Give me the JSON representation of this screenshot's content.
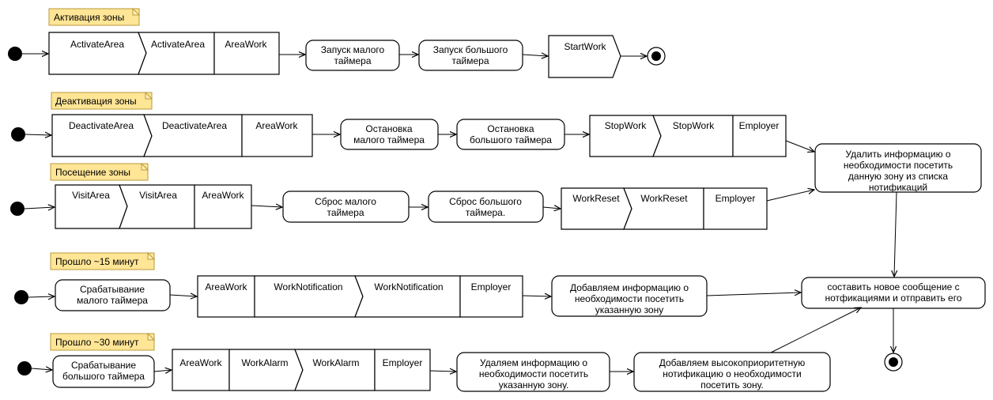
{
  "notes": [
    "Активация зоны",
    "Деактивация зоны",
    "Посещение зоны",
    "Прошло ~15 минут",
    "Прошло ~30 минут"
  ],
  "rows": [
    {
      "signals": [
        [
          "ActivateArea",
          "ActivateArea",
          "AreaWork"
        ]
      ],
      "actions": [
        [
          "Запуск малого",
          "таймера"
        ],
        [
          "Запуск большого",
          "таймера"
        ]
      ],
      "end_signal": "StartWork"
    },
    {
      "signals": [
        [
          "DeactivateArea",
          "DeactivateArea",
          "AreaWork"
        ],
        [
          "StopWork",
          "StopWork",
          "Employer"
        ]
      ],
      "actions": [
        [
          "Остановка",
          "малого таймера"
        ],
        [
          "Остановка",
          "большого таймера"
        ]
      ]
    },
    {
      "signals": [
        [
          "VisitArea",
          "VisitArea",
          "AreaWork"
        ],
        [
          "WorkReset",
          "WorkReset",
          "Employer"
        ]
      ],
      "actions": [
        [
          "Сброс малого",
          "таймера"
        ],
        [
          "Сброс большого",
          "таймера."
        ]
      ]
    },
    {
      "actions_first": [
        "Срабатывание",
        "малого таймера"
      ],
      "signals": [
        [
          "AreaWork",
          "WorkNotification",
          "WorkNotification",
          "Employer"
        ]
      ],
      "actions": [
        [
          "Добавляем информацию о",
          "необходимости посетить",
          "указанную зону"
        ]
      ]
    },
    {
      "actions_first": [
        "Срабатывание",
        "большого таймера"
      ],
      "signals": [
        [
          "AreaWork",
          "WorkAlarm",
          "WorkAlarm",
          "Employer"
        ]
      ],
      "actions": [
        [
          "Удаляем информацию о",
          "необходимости посетить",
          "указанную зону."
        ],
        [
          "Добавляем высокоприоритетную",
          "нотификацию о необходимости",
          "посетить зону."
        ]
      ]
    }
  ],
  "merge_actions": {
    "remove_info": [
      "Удалить информацию о",
      "необходимости посетить",
      "данную зону из списка",
      "нотификаций"
    ],
    "compose_message": [
      "составить новое сообщение с",
      "нотфикациями и отправить его"
    ]
  },
  "colors": {
    "note_fill": "#ffe596",
    "note_stroke": "#b89a3a",
    "stroke": "#000000"
  }
}
